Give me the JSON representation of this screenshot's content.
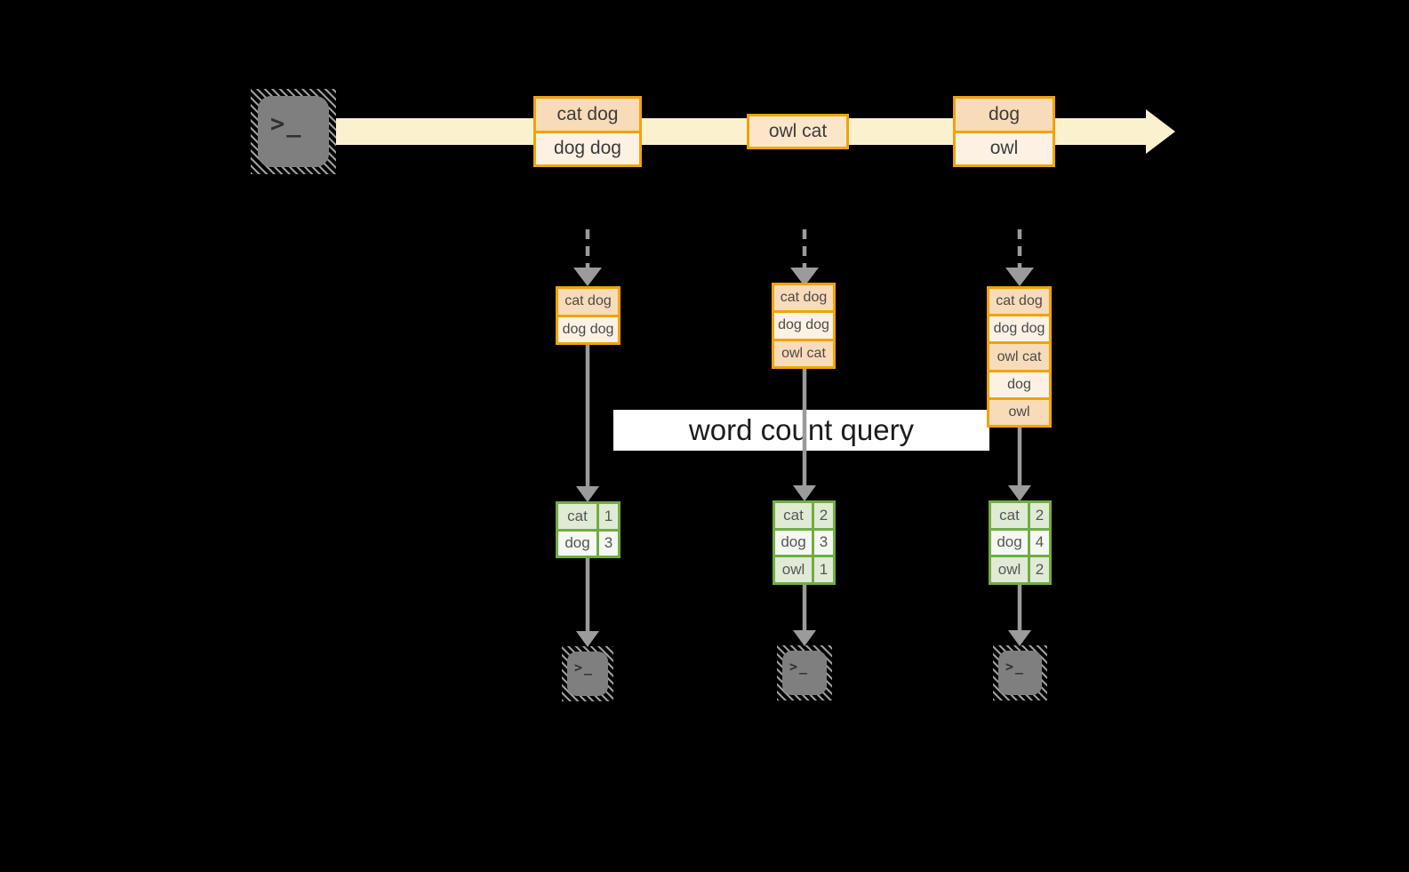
{
  "icons": {
    "terminal_glyph": ">_",
    "source_icon": "terminal-icon",
    "sink_icon": "terminal-icon"
  },
  "colors": {
    "background": "#000000",
    "stream_band": "#FBF1CF",
    "orange_border": "#F0A30A",
    "cell_peach": "#F8DBB8",
    "cell_cream": "#FCF1E3",
    "cell_mid_peach": "#FBE6CA",
    "green_border": "#72AC44",
    "cell_green": "#E0EBD6",
    "cell_green_light": "#F4F8F1",
    "arrow_gray": "#9B9B9B",
    "terminal_gray": "#7F7F7F",
    "query_band_bg": "#FFFFFF"
  },
  "query_label": "word count query",
  "stream": {
    "messages": [
      {
        "lines": [
          "cat dog",
          "dog dog"
        ]
      },
      {
        "lines": [
          "owl cat"
        ]
      },
      {
        "lines": [
          "dog",
          "owl"
        ]
      }
    ]
  },
  "columns": [
    {
      "buffer": [
        "cat dog",
        "dog dog"
      ],
      "counts": [
        {
          "word": "cat",
          "count": "1"
        },
        {
          "word": "dog",
          "count": "3"
        }
      ]
    },
    {
      "buffer": [
        "cat dog",
        "dog dog",
        "owl cat"
      ],
      "counts": [
        {
          "word": "cat",
          "count": "2"
        },
        {
          "word": "dog",
          "count": "3"
        },
        {
          "word": "owl",
          "count": "1"
        }
      ]
    },
    {
      "buffer": [
        "cat dog",
        "dog dog",
        "owl cat",
        "dog",
        "owl"
      ],
      "counts": [
        {
          "word": "cat",
          "count": "2"
        },
        {
          "word": "dog",
          "count": "4"
        },
        {
          "word": "owl",
          "count": "2"
        }
      ]
    }
  ]
}
